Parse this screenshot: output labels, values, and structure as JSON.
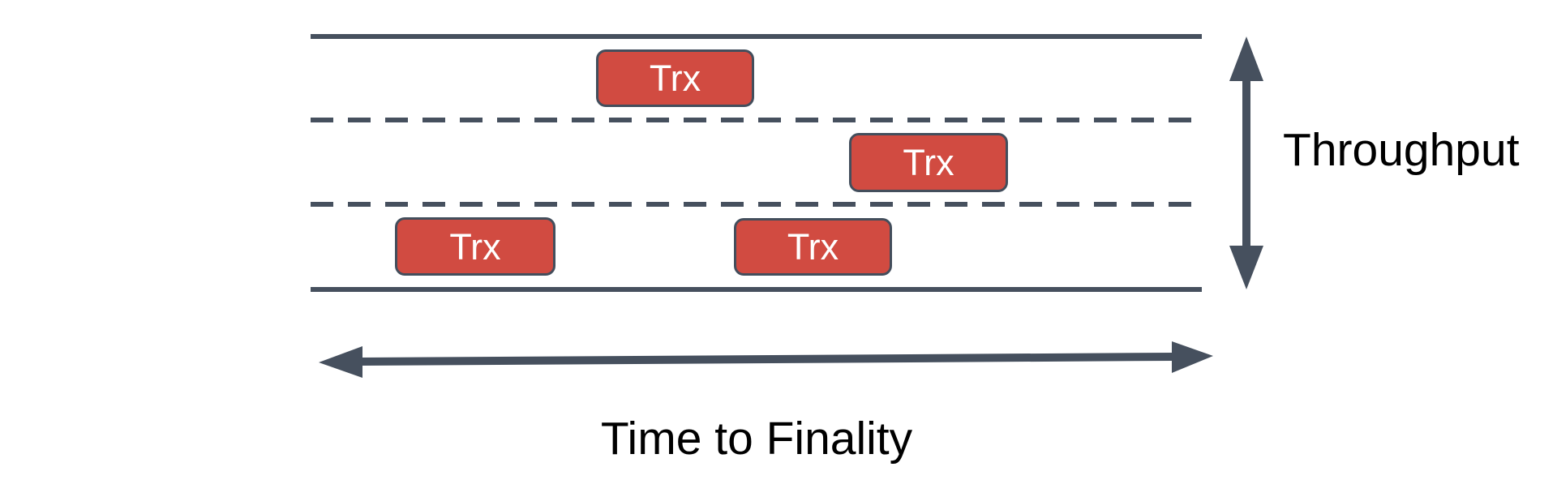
{
  "diagram": {
    "type": "road-lanes-diagram",
    "road": {
      "lane_count": 3,
      "solid_line_count": 2,
      "dashed_divider_count": 2
    },
    "transactions": [
      {
        "label": "Trx",
        "lane": "top"
      },
      {
        "label": "Trx",
        "lane": "middle"
      },
      {
        "label": "Trx",
        "lane": "bottom"
      },
      {
        "label": "Trx",
        "lane": "bottom"
      }
    ],
    "axes": {
      "vertical_label": "Throughput",
      "horizontal_label": "Time to Finality"
    },
    "colors": {
      "line": "#46505e",
      "trx_fill": "#d14b41",
      "trx_border": "#434e5c",
      "trx_text": "#ffffff",
      "label_text": "#000000",
      "background": "#ffffff"
    }
  }
}
